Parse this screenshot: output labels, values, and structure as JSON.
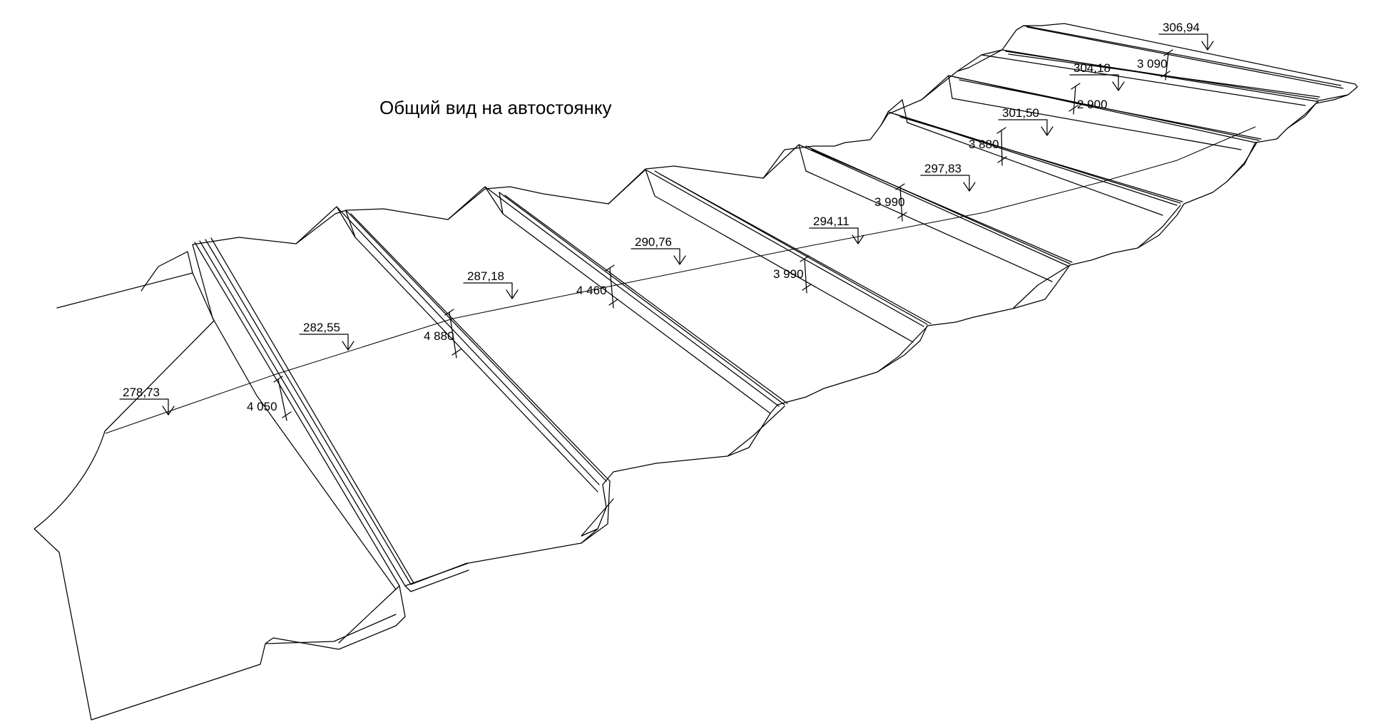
{
  "title": "Общий вид на автостоянку",
  "levels": [
    "278,73",
    "282,55",
    "287,18",
    "290,76",
    "294,11",
    "297,83",
    "301,50",
    "304,18",
    "306,94"
  ],
  "dimensions": [
    "4 050",
    "4 880",
    "4 460",
    "3 990",
    "3 990",
    "3 880",
    "2 900",
    "3 090"
  ]
}
